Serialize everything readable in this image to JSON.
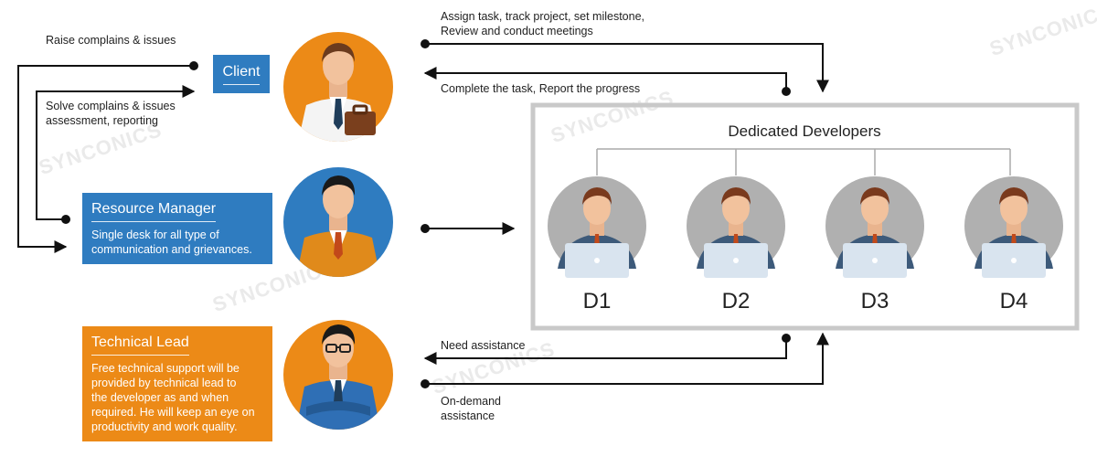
{
  "client": {
    "title": "Client"
  },
  "resource_manager": {
    "title": "Resource Manager",
    "description": "Single desk  for all type of\ncommunication and grievances."
  },
  "technical_lead": {
    "title": "Technical Lead",
    "description": "Free technical support will be\nprovided by technical lead to\nthe developer as and when\nrequired. He will keep an eye on\nproductivity and work quality."
  },
  "team": {
    "title": "Dedicated Developers",
    "developers": [
      "D1",
      "D2",
      "D3",
      "D4"
    ]
  },
  "flows": {
    "raise": "Raise complains & issues",
    "solve": "Solve complains & issues\nassessment, reporting",
    "assign": "Assign task, track project, set milestone,\nReview and conduct meetings",
    "complete": "Complete the task, Report the progress",
    "need_assistance": "Need assistance",
    "on_demand": "On-demand\nassistance"
  },
  "watermark": "SYNCONICS",
  "colors": {
    "blue": "#2f7cc0",
    "orange": "#ec8a17",
    "arrow": "#111111",
    "frame": "#c9c9c9",
    "avatar_bg": "#b0b0b0"
  }
}
